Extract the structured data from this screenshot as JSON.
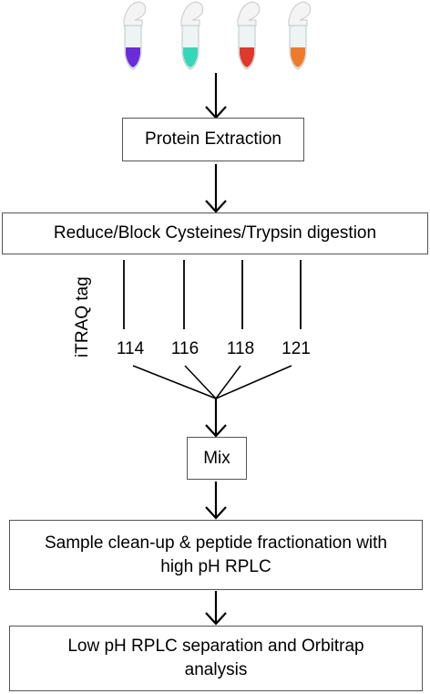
{
  "tubes": [
    {
      "name": "purple",
      "liquid": "#6a2bd9"
    },
    {
      "name": "teal",
      "liquid": "#35d6b9"
    },
    {
      "name": "red",
      "liquid": "#e0392b"
    },
    {
      "name": "orange",
      "liquid": "#ee7a2a"
    }
  ],
  "steps": {
    "extraction": "Protein Extraction",
    "digestion": "Reduce/Block Cysteines/Trypsin digestion",
    "mix": "Mix",
    "cleanup": "Sample clean-up & peptide fractionation with high pH RPLC",
    "separation": "Low pH RPLC separation and Orbitrap analysis"
  },
  "itraq": {
    "label": "iTRAQ  tag",
    "tags": [
      "114",
      "116",
      "118",
      "121"
    ]
  },
  "colors": {
    "line": "#000000",
    "box_border": "#555555"
  }
}
